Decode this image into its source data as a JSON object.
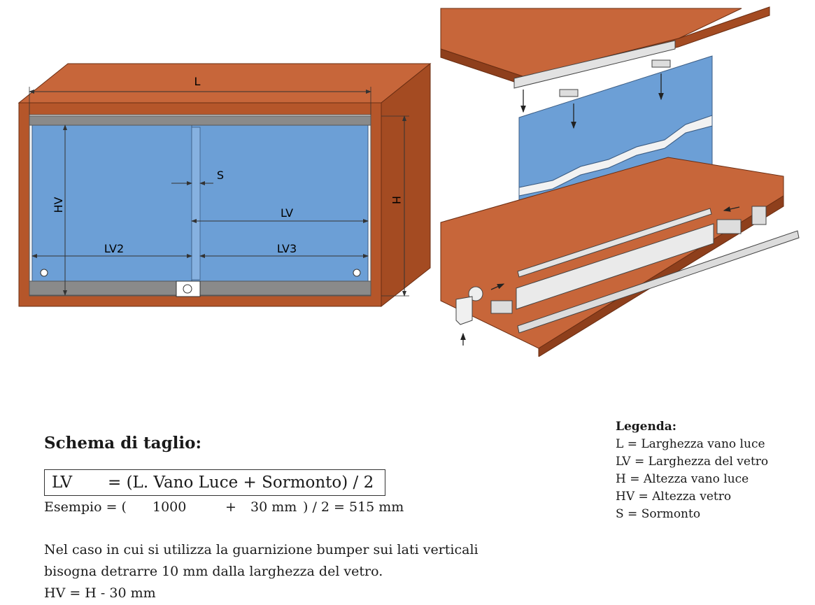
{
  "diagram_labels": {
    "L": "L",
    "H": "H",
    "HV": "HV",
    "S": "S",
    "LV": "LV",
    "LV2": "LV2",
    "LV3": "LV3"
  },
  "colors": {
    "wood": "#B5562A",
    "wood_top": "#C7663A",
    "wood_dark": "#8E3F1C",
    "glass": "#6C9FD6",
    "rail": "#8A8A8A"
  },
  "icons": [
    "arrow-down-icon",
    "arrow-left-icon",
    "arrow-up-icon"
  ],
  "cutting_scheme": {
    "title": "Schema di taglio:",
    "formula_lhs": "LV",
    "formula_rhs": "= (L. Vano Luce + Sormonto) / 2",
    "example_label": "Esempio = (",
    "example_value1": "1000",
    "example_plus": "+",
    "example_value2": "30 mm",
    "example_result": ") / 2 = 515 mm",
    "note_line1": "Nel caso in cui si utilizza la guarnizione bumper sui lati verticali",
    "note_line2": "bisogna detrarre 10 mm dalla larghezza del vetro.",
    "hv_formula": "HV = H - 30 mm"
  },
  "legend": {
    "title": "Legenda:",
    "items": [
      "L = Larghezza vano luce",
      "LV = Larghezza del vetro",
      "H = Altezza vano luce",
      "HV = Altezza vetro",
      "S = Sormonto"
    ]
  }
}
